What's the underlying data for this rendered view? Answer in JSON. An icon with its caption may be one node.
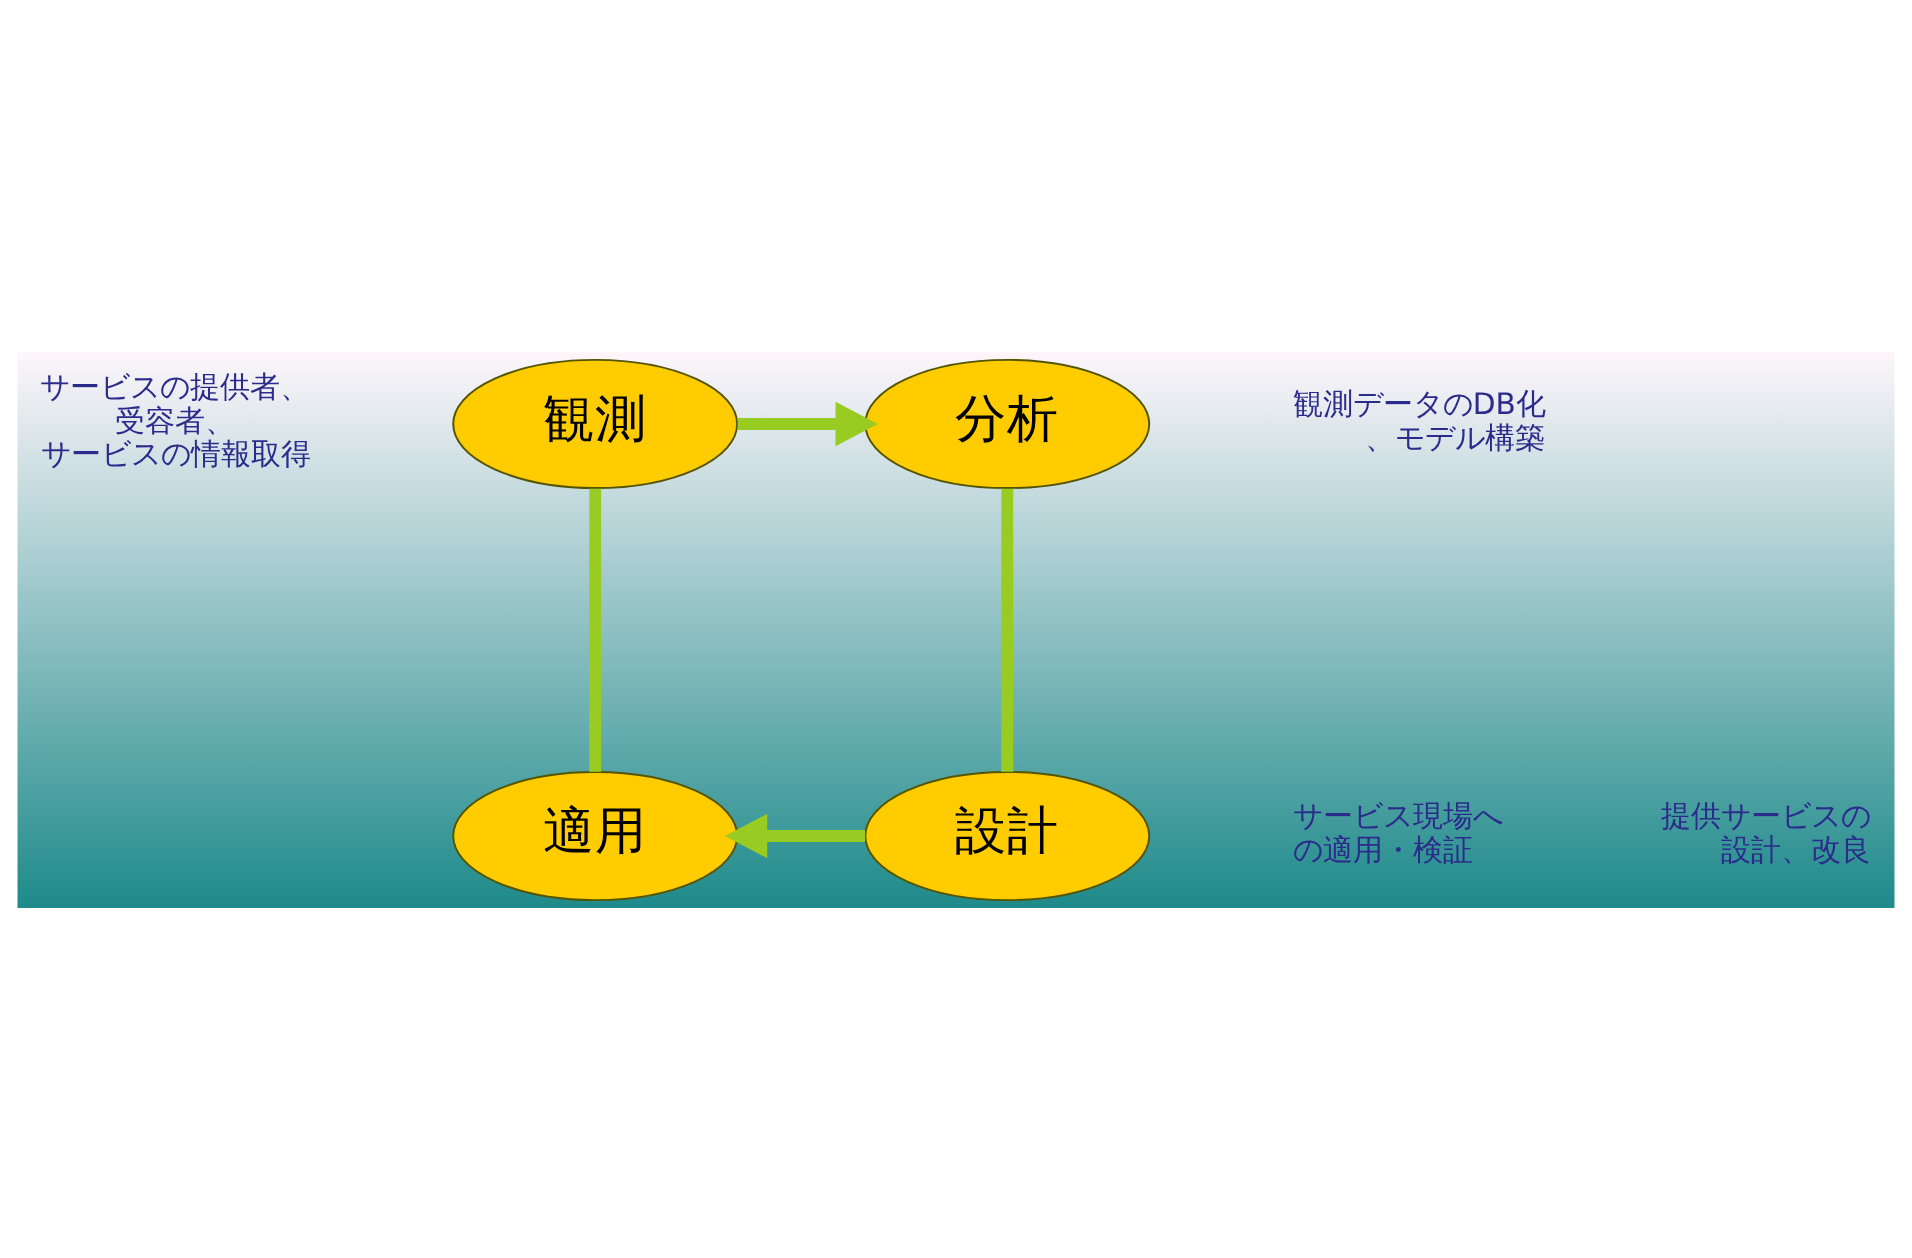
{
  "diagram": {
    "nodes": [
      {
        "text": [
          "観測"
        ]
      },
      {
        "text": [
          "分析"
        ]
      },
      {
        "text": [
          "設計"
        ]
      },
      {
        "text": [
          "適用"
        ]
      }
    ],
    "edges": [
      {
        "from": 0,
        "to": 1,
        "arrow": "to"
      },
      {
        "from": 1,
        "to": 2,
        "arrow": "none"
      },
      {
        "from": 2,
        "to": 3,
        "arrow": "to"
      },
      {
        "from": 3,
        "to": 0,
        "arrow": "none"
      }
    ],
    "labels": [
      "サービスの提供者、受容者、サービスの情報取得",
      "観測データのDB化、モデル構築",
      "サービス現場への適用・検証",
      "提供サービスの設計、改良"
    ]
  }
}
